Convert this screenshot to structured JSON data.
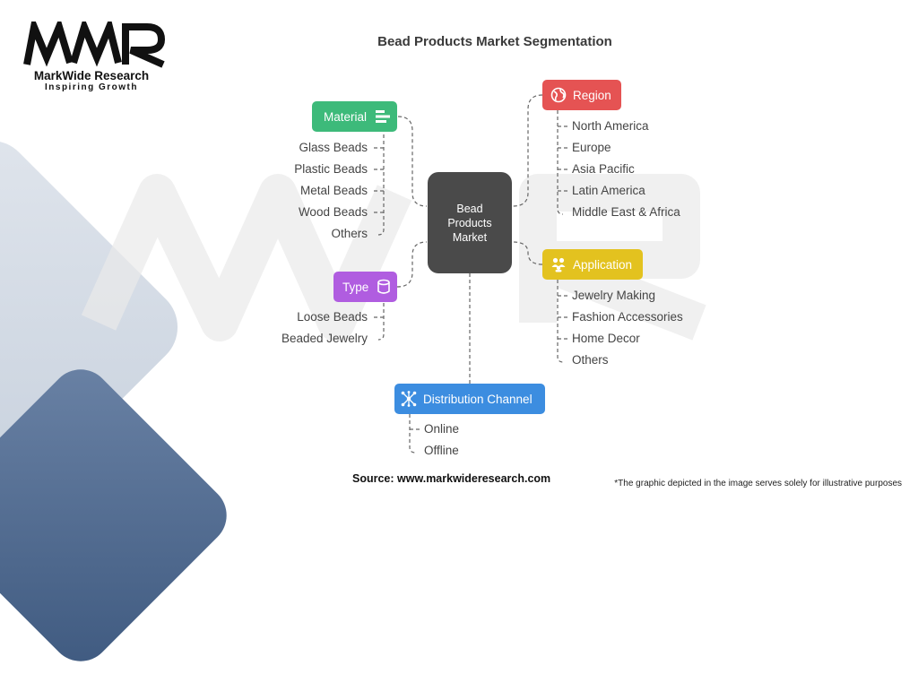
{
  "logo": {
    "mark": "MWR",
    "company": "MarkWide Research",
    "tagline": "Inspiring Growth"
  },
  "title": "Bead Products Market Segmentation",
  "center": {
    "line1": "Bead",
    "line2": "Products",
    "line3": "Market"
  },
  "segments": {
    "material": {
      "label": "Material",
      "color": "#3dba7a",
      "icon": "list-bars-icon",
      "items": [
        "Glass Beads",
        "Plastic Beads",
        "Metal Beads",
        "Wood Beads",
        "Others"
      ]
    },
    "type": {
      "label": "Type",
      "color": "#b05de0",
      "icon": "cylinder-icon",
      "items": [
        "Loose Beads",
        "Beaded Jewelry"
      ]
    },
    "region": {
      "label": "Region",
      "color": "#e55353",
      "icon": "globe-icon",
      "items": [
        "North America",
        "Europe",
        "Asia Pacific",
        "Latin America",
        "Middle East & Africa"
      ]
    },
    "application": {
      "label": "Application",
      "color": "#e3c21f",
      "icon": "people-icon",
      "items": [
        "Jewelry Making",
        "Fashion Accessories",
        "Home Decor",
        "Others"
      ]
    },
    "distribution": {
      "label": "Distribution Channel",
      "color": "#3c8de0",
      "icon": "network-icon",
      "items": [
        "Online",
        "Offline"
      ]
    }
  },
  "footer": {
    "source": "Source: www.markwideresearch.com",
    "disclaimer": "*The graphic depicted in the image serves solely for illustrative purposes"
  }
}
